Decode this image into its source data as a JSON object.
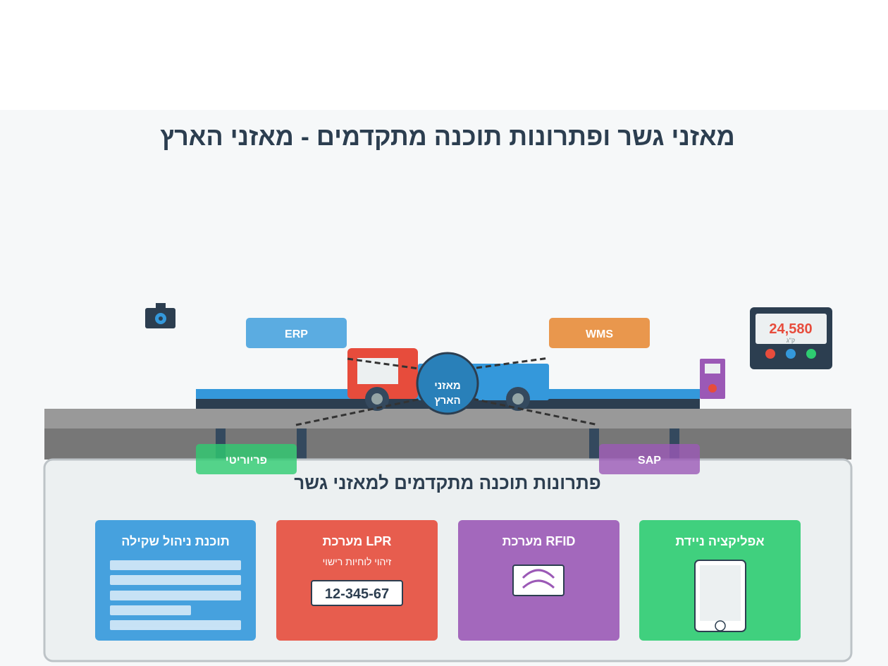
{
  "title": "מאזני גשר ופתרונות תוכנה מתקדמים - מאזני הארץ",
  "integrations": {
    "erp": "ERP",
    "wms": "WMS",
    "priority": "פריוריטי",
    "sap": "SAP"
  },
  "center_hub": {
    "line1": "מאזני",
    "line2": "הארץ"
  },
  "indicator": {
    "reading": "24,580",
    "unit": "ק\"ג"
  },
  "software_panel": {
    "title": "פתרונות תוכנה מתקדמים למאזני גשר",
    "cards": {
      "management": {
        "title": "תוכנת ניהול שקילה"
      },
      "lpr": {
        "title": "מערכת LPR",
        "subtitle": "זיהוי לוחיות רישוי",
        "plate": "12-345-67"
      },
      "rfid": {
        "title": "מערכת RFID"
      },
      "mobile": {
        "title": "אפליקציה ניידת"
      }
    }
  },
  "colors": {
    "blue": "#3498db",
    "red": "#e74c3c",
    "orange": "#e67e22",
    "green": "#2ecc71",
    "purple": "#9b59b6",
    "navy": "#2c3e50",
    "hub": "#2980b9"
  },
  "icons": [
    "camera-icon",
    "rfid-icon",
    "phone-icon",
    "document-lines-icon"
  ]
}
